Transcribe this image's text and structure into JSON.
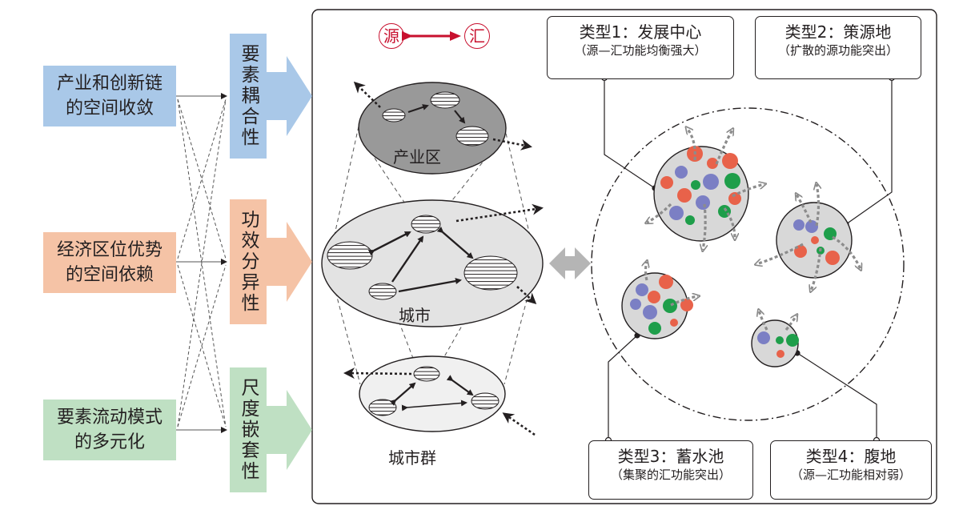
{
  "left_boxes": [
    {
      "line1": "产业和创新链",
      "line2": "的空间收敛",
      "color": "#a9c8e8"
    },
    {
      "line1": "经济区位优势",
      "line2": "的空间依赖",
      "color": "#f5c3a6"
    },
    {
      "line1": "要素流动模式",
      "line2": "的多元化",
      "color": "#bfe0c3"
    }
  ],
  "mid_boxes": [
    {
      "text": "要素耦合性",
      "color": "#a9c8e8"
    },
    {
      "text": "功效分异性",
      "color": "#f5c3a6"
    },
    {
      "text": "尺度嵌套性",
      "color": "#bfe0c3"
    }
  ],
  "legend": {
    "source": "源",
    "sink": "汇",
    "color": "#c8102e"
  },
  "scales": {
    "industrial": "产业区",
    "city": "城市",
    "agglomeration": "城市群"
  },
  "types": [
    {
      "title": "类型1：发展中心",
      "desc": "（源—汇功能均衡强大）"
    },
    {
      "title": "类型2：策源地",
      "desc": "（扩散的源功能突出）"
    },
    {
      "title": "类型3：蓄水池",
      "desc": "（集聚的汇功能突出）"
    },
    {
      "title": "类型4：腹地",
      "desc": "（源—汇功能相对弱）"
    }
  ],
  "dot_colors": {
    "red": "#e8624a",
    "blue": "#7b7fc4",
    "green": "#1e9e4a"
  }
}
